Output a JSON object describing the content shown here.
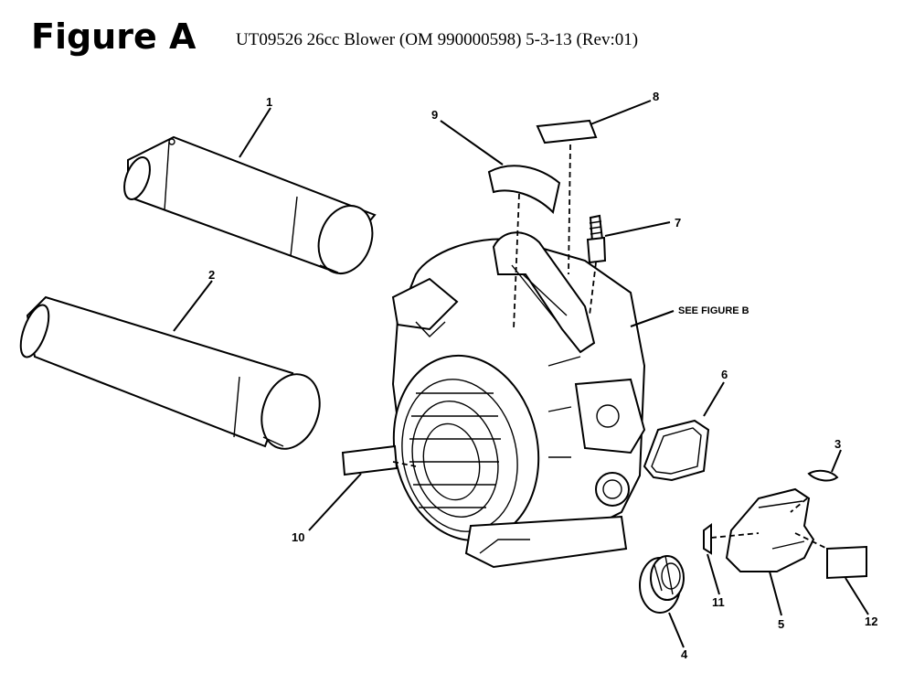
{
  "header": {
    "figure_title": "Figure A",
    "subtitle": "UT09526 26cc Blower (OM 990000598) 5-3-13 (Rev:01)"
  },
  "callouts": {
    "c1": "1",
    "c2": "2",
    "c3": "3",
    "c4": "4",
    "c5": "5",
    "c6": "6",
    "c7": "7",
    "c8": "8",
    "c9": "9",
    "c10": "10",
    "c11": "11",
    "c12": "12",
    "see_figure_b": "SEE FIGURE B"
  }
}
